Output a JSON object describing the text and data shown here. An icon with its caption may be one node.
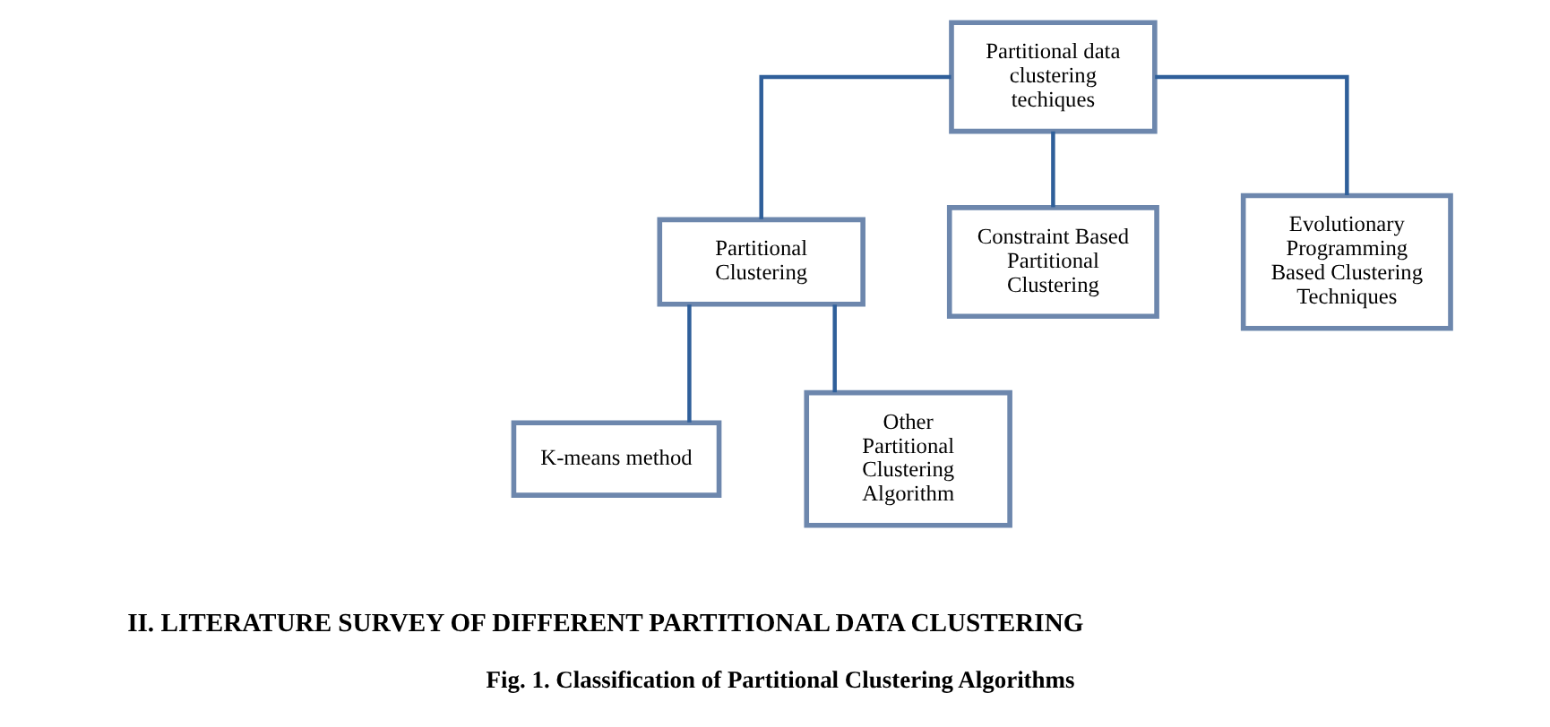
{
  "diagram": {
    "caption": "Fig. 1. Classification of Partitional Clustering Algorithms",
    "nodes": [
      {
        "text": [
          "Partitional data clustering techiques"
        ]
      },
      {
        "text": [
          "Partitional Clustering"
        ]
      },
      {
        "text": [
          "Constraint Based Partitional Clustering"
        ]
      },
      {
        "text": [
          "Evolutionary Programming Based Clustering Techniques"
        ]
      },
      {
        "text": [
          "K-means method"
        ]
      },
      {
        "text": [
          "Other Partitional Clustering Algorithm"
        ]
      }
    ],
    "edges": [
      {
        "from": 0,
        "to": 1,
        "arrow": "none"
      },
      {
        "from": 0,
        "to": 2,
        "arrow": "none"
      },
      {
        "from": 0,
        "to": 3,
        "arrow": "none"
      },
      {
        "from": 1,
        "to": 4,
        "arrow": "none"
      },
      {
        "from": 1,
        "to": 5,
        "arrow": "none"
      }
    ],
    "labels": [
      "II. LITERATURE SURVEY OF DIFFERENT PARTITIONAL DATA CLUSTERING"
    ]
  }
}
